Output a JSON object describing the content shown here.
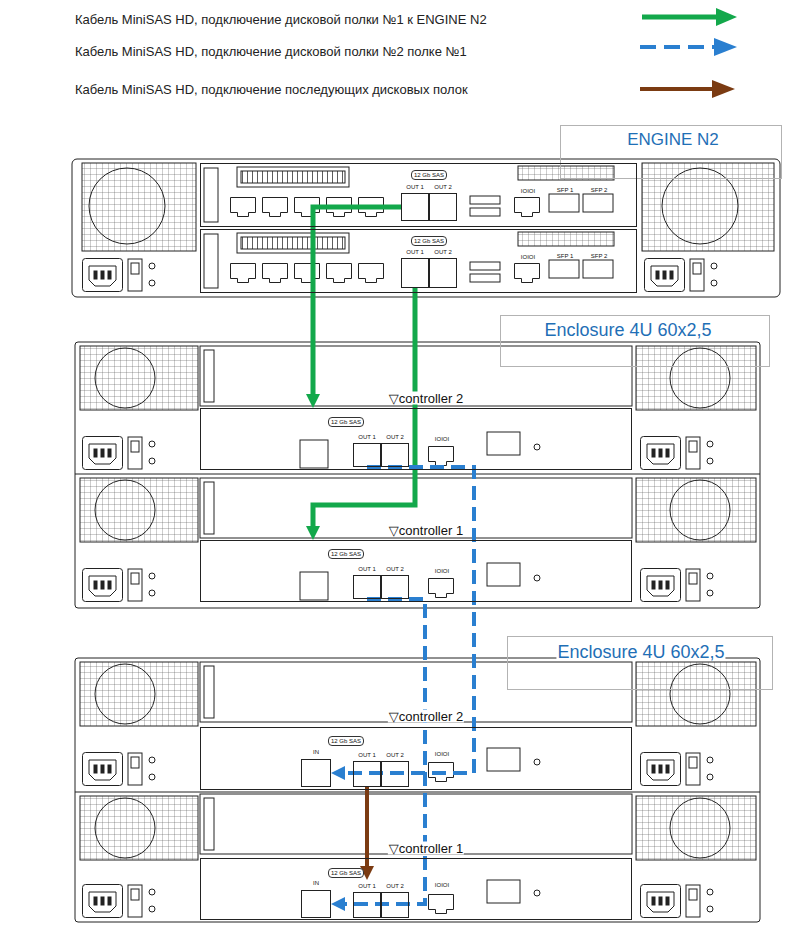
{
  "diagram": {
    "nodes": [
      {
        "text": [
          "ENGINE N2"
        ]
      },
      {
        "text": [
          "12 Gb SAS",
          "IOIOI",
          "SFP 1",
          "SFP 2"
        ]
      },
      {
        "text": [
          "OUT 1"
        ],
        "in": 1
      },
      {
        "text": [
          "OUT 2"
        ],
        "in": 1
      },
      {
        "text": [
          "12 Gb SAS",
          "IOIOI",
          "SFP 1",
          "SFP 2"
        ]
      },
      {
        "text": [
          "OUT 1"
        ],
        "in": 4
      },
      {
        "text": [
          "OUT 2"
        ],
        "in": 4
      },
      {
        "text": [
          "Enclosure 4U 60x2,5"
        ]
      },
      {
        "text": [
          "▽controller 2",
          "12 Gb SAS",
          "IOIOI"
        ]
      },
      {
        "text": [
          "OUT 1"
        ],
        "in": 8
      },
      {
        "text": [
          "OUT 2"
        ],
        "in": 8
      },
      {
        "text": [
          "▽controller 1",
          "12 Gb SAS",
          "IOIOI"
        ]
      },
      {
        "text": [
          "OUT 1"
        ],
        "in": 11
      },
      {
        "text": [
          "OUT 2"
        ],
        "in": 11
      },
      {
        "text": [
          "Enclosure 4U 60x2,5"
        ]
      },
      {
        "text": [
          "▽controller 2",
          "12 Gb SAS",
          "IOIOI"
        ]
      },
      {
        "text": [
          "IN"
        ],
        "in": 15
      },
      {
        "text": [
          "OUT 1"
        ],
        "in": 15
      },
      {
        "text": [
          "OUT 2"
        ],
        "in": 15
      },
      {
        "text": [
          "▽controller 1",
          "12 Gb SAS",
          "IOIOI"
        ]
      },
      {
        "text": [
          "IN"
        ],
        "in": 19
      },
      {
        "text": [
          "OUT 1"
        ],
        "in": 19
      },
      {
        "text": [
          "OUT 2"
        ],
        "in": 19
      }
    ],
    "edges": [
      {
        "from": 2,
        "to": 8,
        "arrow": "to"
      },
      {
        "from": 5,
        "to": 11,
        "arrow": "to"
      },
      {
        "from": 9,
        "to": 16,
        "arrow": "to"
      },
      {
        "from": 12,
        "to": 20,
        "arrow": "to"
      },
      {
        "from": 17,
        "to": 21,
        "arrow": "to"
      }
    ],
    "legend": [
      {
        "text": "Кабель MiniSAS HD, подключение дисковой полки №1 к ENGINE N2"
      },
      {
        "text": "Кабель MiniSAS HD, подключение дисковой полки №2 полке №1"
      },
      {
        "text": "Кабель MiniSAS HD, подключение последующих дисковых полок"
      }
    ]
  }
}
